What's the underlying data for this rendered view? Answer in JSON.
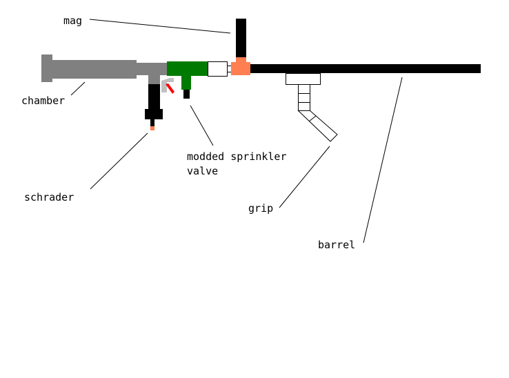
{
  "title": "Air cannon diagram",
  "colors": {
    "chamber": "#808080",
    "valve": "#007a00",
    "tee": "#ff7f50",
    "pipe": "#000000",
    "trigger_guard": "#c0c0c0",
    "trigger": "#ff0000",
    "schrader_tip": "#ff7f50",
    "coupler": "#ffffff"
  },
  "labels": {
    "mag": "mag",
    "chamber": "chamber",
    "schrader": "schrader",
    "valve_line1": "modded sprinkler",
    "valve_line2": "valve",
    "grip": "grip",
    "barrel": "barrel"
  }
}
